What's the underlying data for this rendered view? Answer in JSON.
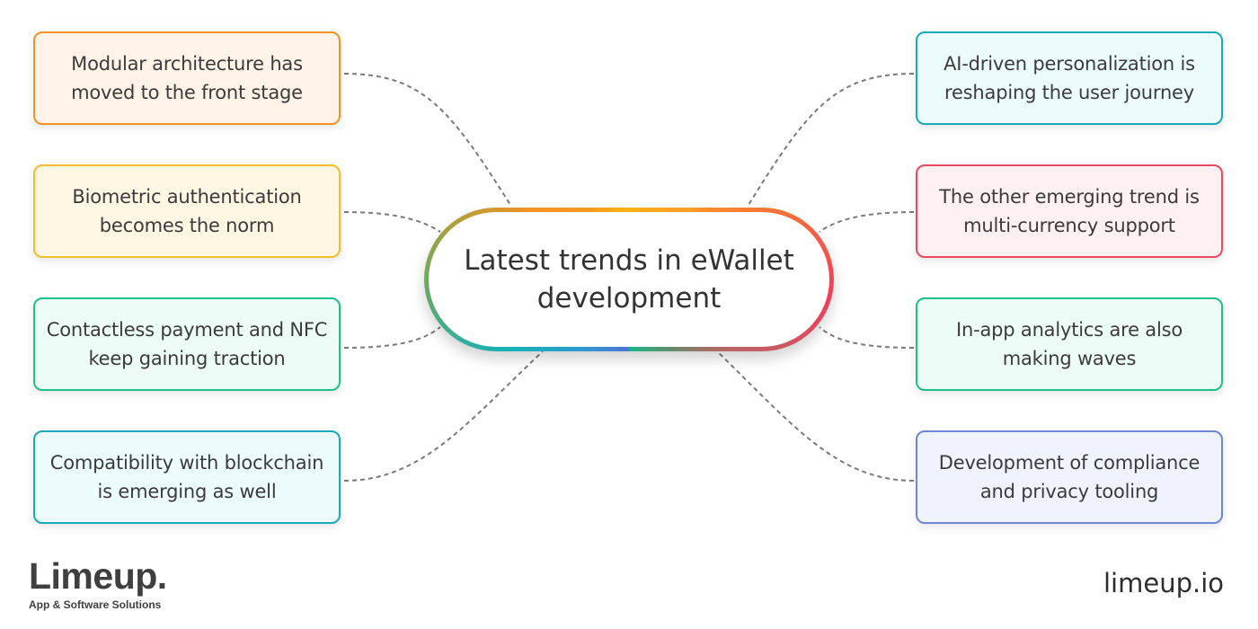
{
  "center": {
    "title": "Latest trends in eWallet development"
  },
  "left_items": [
    {
      "label": "Modular architecture has moved to the front stage",
      "border": "#f0942a",
      "fill": "#fff2e6"
    },
    {
      "label": "Biometric authentication becomes the norm",
      "border": "#f2bc2a",
      "fill": "#fff7e3"
    },
    {
      "label": "Contactless payment and NFC keep gaining traction",
      "border": "#1fbf8a",
      "fill": "#edfcf6"
    },
    {
      "label": "Compatibility with blockchain is emerging as well",
      "border": "#1aa9b6",
      "fill": "#ecfbfc"
    }
  ],
  "right_items": [
    {
      "label": "AI-driven personalization is reshaping the user journey",
      "border": "#1aa9b6",
      "fill": "#ecfbfc"
    },
    {
      "label": "The other emerging trend is multi-currency support",
      "border": "#e84a5f",
      "fill": "#fff0f2"
    },
    {
      "label": "In-app analytics are also making waves",
      "border": "#1fbf8a",
      "fill": "#edfcf6"
    },
    {
      "label": "Development of compliance and privacy tooling",
      "border": "#6b87d6",
      "fill": "#eff3fd"
    }
  ],
  "footer": {
    "logo": "Limeup.",
    "tagline": "App & Software Solutions",
    "website": "limeup.io"
  }
}
